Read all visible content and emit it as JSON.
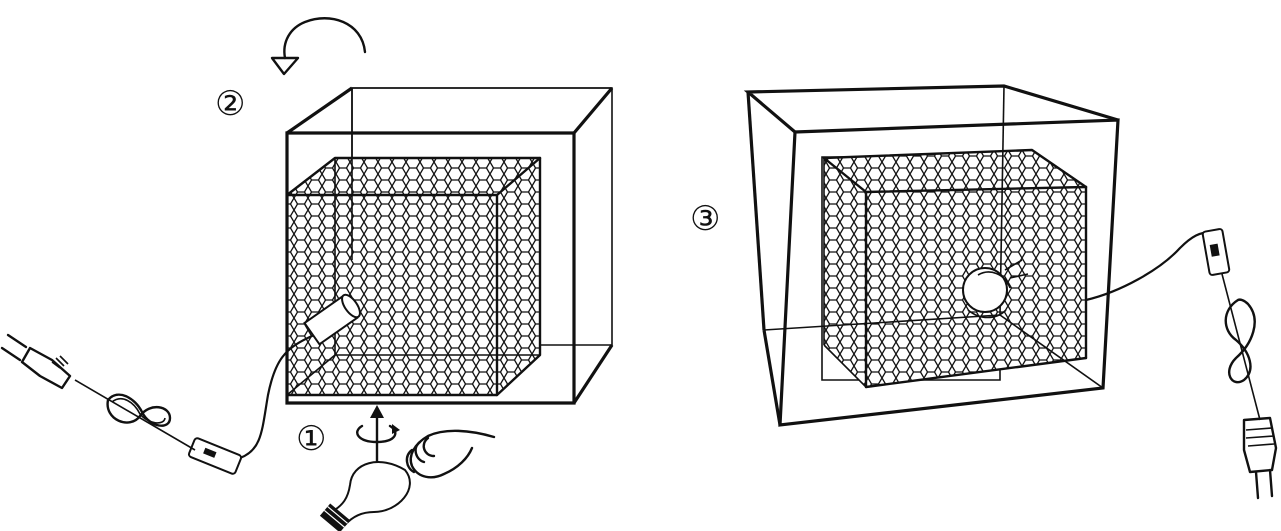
{
  "steps": [
    {
      "marker": "①"
    },
    {
      "marker": "②"
    },
    {
      "marker": "③"
    }
  ],
  "colors": {
    "line": "#111111",
    "background": "#ffffff"
  },
  "icons": [
    "rotate-arrow-icon",
    "screw-in-icon",
    "hand-icon",
    "light-bulb-icon",
    "plug-icon",
    "inline-switch-icon"
  ]
}
